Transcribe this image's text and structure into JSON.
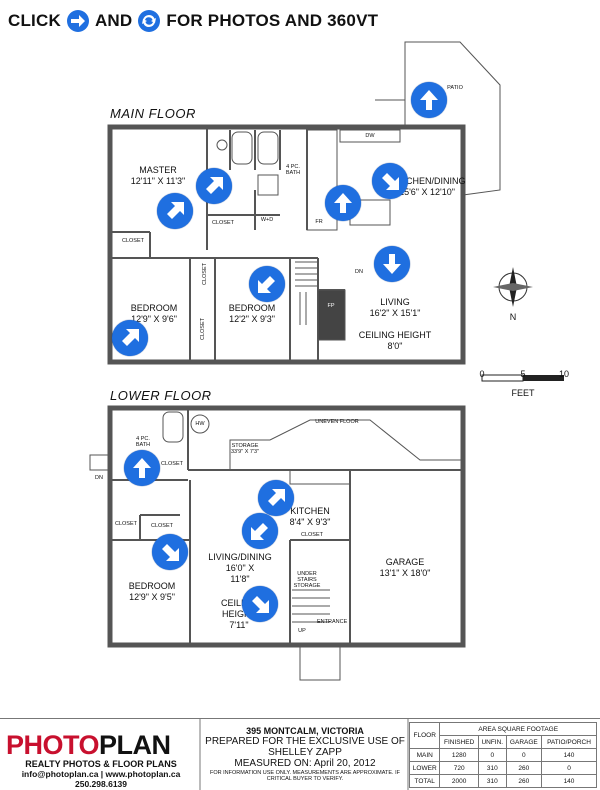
{
  "header": {
    "click": "CLICK",
    "and": "AND",
    "tail": "FOR PHOTOS AND 360VT"
  },
  "floors": {
    "main": "MAIN FLOOR",
    "lower": "LOWER FLOOR"
  },
  "rooms_main": {
    "master_name": "MASTER",
    "master_size": "12'11\" X 11'3\"",
    "closet1": "CLOSET",
    "closet2": "CLOSET",
    "closet3": "CLOSET",
    "closet4": "CLOSET",
    "bath": "4 PC.",
    "bath2": "BATH",
    "wd": "W+D",
    "fr": "FR",
    "dw": "DW",
    "kitchen_name1": "KITCHEN/",
    "kitchen_name2": "DINING",
    "kitchen_size": "15'6\" X 12'10\"",
    "bed1_name": "BEDROOM",
    "bed1_size": "12'9\" X 9'6\"",
    "bed2_name": "BEDROOM",
    "bed2_size": "12'2\" X 9'3\"",
    "living_name": "LIVING",
    "living_size": "16'2\" X 15'1\"",
    "ceiling_label": "CEILING HEIGHT",
    "ceiling_value": "8'0\"",
    "dn": "DN",
    "fp": "FP",
    "patio": "PATIO"
  },
  "rooms_lower": {
    "hw": "HW",
    "uneven": "UNEVEN FLOOR",
    "storage": "STORAGE",
    "storage_size": "33'9\" X 7'3\"",
    "bath1": "4 PC.",
    "bath2": "BATH",
    "closet_a": "CLOSET",
    "closet_b": "CLOSET",
    "closet_c": "CLOSET",
    "closet_d": "CLOSET",
    "dn": "DN",
    "kitchen_name": "KITCHEN",
    "kitchen_size": "8'4\" X 9'3\"",
    "living_name": "LIVING/DINING",
    "living_size1": "16'0\" X",
    "living_size2": "11'8\"",
    "ceiling_label": "CEILING",
    "ceiling_label2": "HEIGHT",
    "ceiling_value": "7'11\"",
    "bed_name": "BEDROOM",
    "bed_size": "12'9\" X 9'5\"",
    "garage_name": "GARAGE",
    "garage_size": "13'1\" X 18'0\"",
    "under_stairs": "UNDER STAIRS STORAGE",
    "entrance": "ENTRANCE",
    "up": "UP"
  },
  "compass": {
    "n": "N"
  },
  "scale": {
    "t0": "0",
    "t5": "5",
    "t10": "10",
    "unit": "FEET"
  },
  "brand": {
    "photo": "PHOTO",
    "plan": "PLAN",
    "tagline": "REALTY PHOTOS & FLOOR PLANS",
    "contact": "info@photoplan.ca | www.photoplan.ca",
    "phone": "250.298.6139"
  },
  "listing": {
    "address": "395 MONTCALM, VICTORIA",
    "prepared1": "PREPARED FOR THE EXCLUSIVE USE OF",
    "prepared2": "SHELLEY ZAPP",
    "measured": "MEASURED ON: April 20, 2012",
    "disclaimer": "FOR INFORMATION USE ONLY. MEASUREMENTS ARE APPROXIMATE. IF CRITICAL BUYER TO VERIFY."
  },
  "area_table": {
    "title": "AREA SQUARE FOOTAGE",
    "floor_col": "FLOOR",
    "columns": [
      "FINISHED",
      "UNFIN.",
      "GARAGE",
      "PATIO/PORCH"
    ],
    "rows": [
      {
        "floor": "MAIN",
        "values": [
          "1280",
          "0",
          "0",
          "140"
        ]
      },
      {
        "floor": "LOWER",
        "values": [
          "720",
          "310",
          "260",
          "0"
        ]
      },
      {
        "floor": "TOTAL",
        "values": [
          "2000",
          "310",
          "260",
          "140"
        ]
      }
    ]
  },
  "colors": {
    "accent": "#1f6fe0",
    "brand_red": "#c8102e",
    "wall": "#555555"
  }
}
